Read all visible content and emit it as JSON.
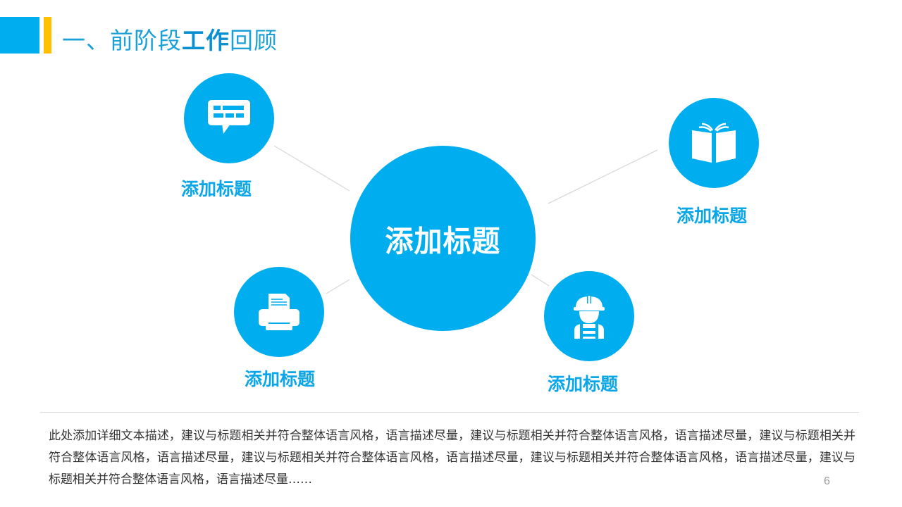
{
  "header": {
    "title_prefix": "一、前阶段",
    "title_emphasis": "工作",
    "title_suffix": "回顾",
    "accent_color": "#00AEEF",
    "secondary_color": "#FFC000"
  },
  "center": {
    "title": "添加标题"
  },
  "nodes": [
    {
      "id": "top-left",
      "icon": "chat-bubble-icon",
      "label": "添加标题"
    },
    {
      "id": "top-right",
      "icon": "open-book-icon",
      "label": "添加标题"
    },
    {
      "id": "bottom-left",
      "icon": "printer-icon",
      "label": "添加标题"
    },
    {
      "id": "bottom-right",
      "icon": "construction-worker-icon",
      "label": "添加标题"
    }
  ],
  "description": "此处添加详细文本描述，建议与标题相关并符合整体语言风格，语言描述尽量，建议与标题相关并符合整体语言风格，语言描述尽量，建议与标题相关并符合整体语言风格，语言描述尽量，建议与标题相关并符合整体语言风格，语言描述尽量，建议与标题相关并符合整体语言风格，语言描述尽量，建议与标题相关并符合整体语言风格，语言描述尽量……",
  "page_number": "6"
}
